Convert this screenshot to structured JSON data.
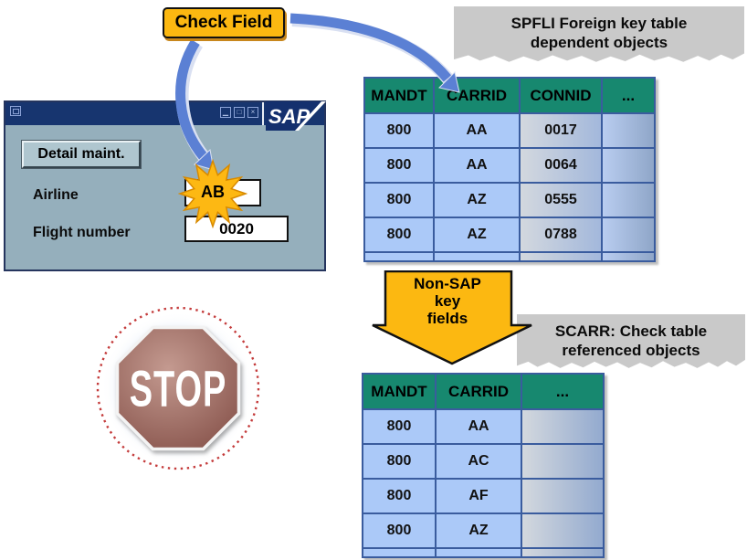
{
  "check_field": {
    "label": "Check Field"
  },
  "sap_window": {
    "logo_text": "SAP",
    "titlebar": {
      "minimize_glyph": "▁",
      "restore_glyph": "□",
      "close_glyph": "×"
    },
    "detail_button_label": "Detail maint.",
    "airline_label": "Airline",
    "airline_value": "AB",
    "flight_label": "Flight number",
    "flight_value": "0020"
  },
  "spfli": {
    "banner_line1": "SPFLI Foreign key table",
    "banner_line2": "dependent objects",
    "table": {
      "columns": [
        "MANDT",
        "CARRID",
        "CONNID",
        "..."
      ],
      "rows": [
        [
          "800",
          "AA",
          "0017",
          ""
        ],
        [
          "800",
          "AA",
          "0064",
          ""
        ],
        [
          "800",
          "AZ",
          "0555",
          ""
        ],
        [
          "800",
          "AZ",
          "0788",
          ""
        ]
      ],
      "has_partial_row": true
    }
  },
  "non_sap_arrow": {
    "line1": "Non-SAP",
    "line2": "key",
    "line3": "fields"
  },
  "scarr": {
    "banner_line1": "SCARR: Check table",
    "banner_line2": "referenced objects",
    "table": {
      "columns": [
        "MANDT",
        "CARRID",
        "..."
      ],
      "rows": [
        [
          "800",
          "AA",
          ""
        ],
        [
          "800",
          "AC",
          ""
        ],
        [
          "800",
          "AF",
          ""
        ],
        [
          "800",
          "AZ",
          ""
        ]
      ],
      "has_partial_row": true
    }
  },
  "stop": {
    "label": "STOP"
  },
  "colors": {
    "accent_orange": "#FCB811",
    "arrow_blue": "#5B80D4",
    "table_header_teal": "#17886F",
    "table_cell_blue": "#ABC9F8",
    "table_border_blue": "#3A5C9E",
    "titlebar_navy": "#17356F",
    "window_body": "#95AFBC",
    "banner_gray": "#C9C9C9",
    "stop_sign_red": "#9A655C",
    "dotted_circle_red": "#C43B3B"
  }
}
